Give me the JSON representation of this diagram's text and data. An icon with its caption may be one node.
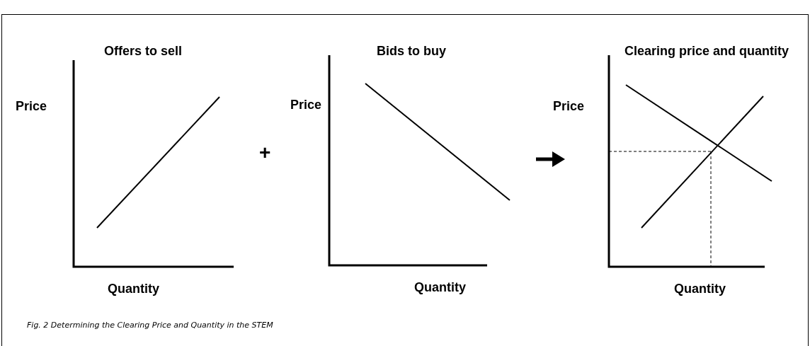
{
  "diagram": {
    "caption": "Fig. 2 Determining the Clearing Price and Quantity in the STEM",
    "labels": [
      "Offers to sell",
      "Bids to buy",
      "Clearing price and quantity",
      "Price",
      "Price",
      "Price",
      "+",
      "Quantity",
      "Quantity",
      "Quantity"
    ]
  }
}
